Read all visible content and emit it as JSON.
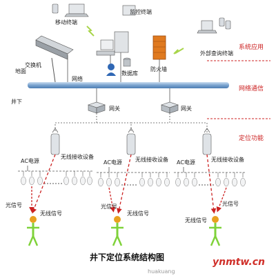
{
  "labels": {
    "mobile_terminal": "移动终端",
    "monitor_terminal": "监控终端",
    "switch": "交换机",
    "database": "数据库",
    "firewall": "防火墙",
    "external_terminal": "外部查询终端",
    "ground": "地面",
    "underground": "井下",
    "network_line": "网络",
    "gateway": "网关",
    "ac_power": "AC电源",
    "wireless_receiver": "无线接收设备",
    "light_signal": "光信号",
    "wireless_signal": "无线信号"
  },
  "sections": {
    "system_app": "系统应用",
    "network_comm": "网络通信",
    "positioning": "定位功能"
  },
  "title": "井下定位系统结构图",
  "watermark": {
    "url": "huakuang",
    "brand": "ynmtw.cn"
  },
  "colors": {
    "section_text": "#cc2222",
    "bus": "#7aa3cf",
    "signal": "#cc2222",
    "person": "#7fd23a",
    "firewall": "#e07a1f"
  }
}
